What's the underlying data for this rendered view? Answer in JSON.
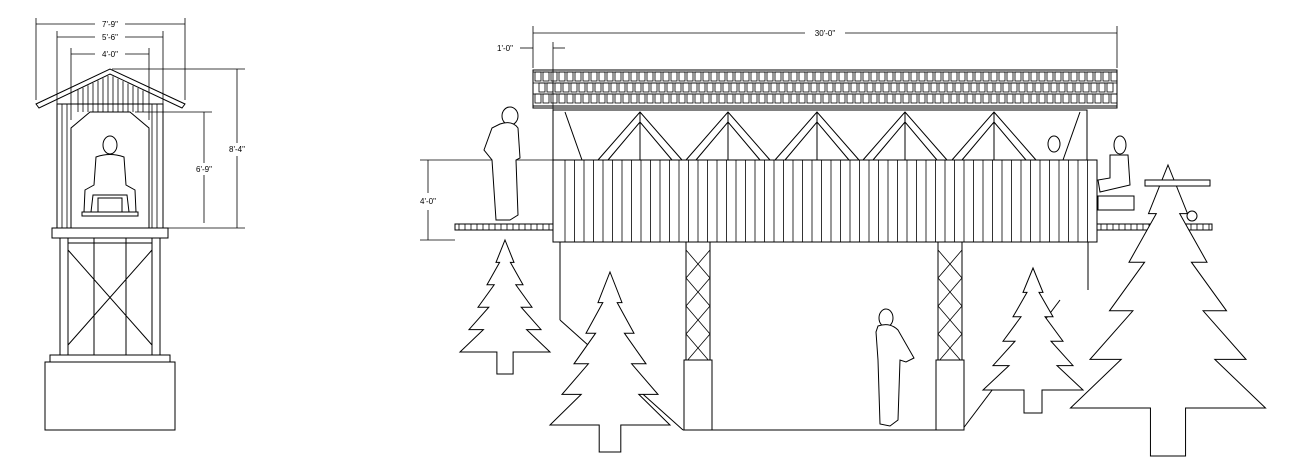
{
  "drawing": {
    "tower_dimensions": {
      "eave_width": "7'-9\"",
      "outer_width": "5'-6\"",
      "inner_width": "4'-0\"",
      "total_height": "8'-4\"",
      "opening_height": "6'-9\""
    },
    "bridge_dimensions": {
      "length": "30'-0\"",
      "overhang": "1'-0\"",
      "rail_height": "4'-0\""
    }
  }
}
